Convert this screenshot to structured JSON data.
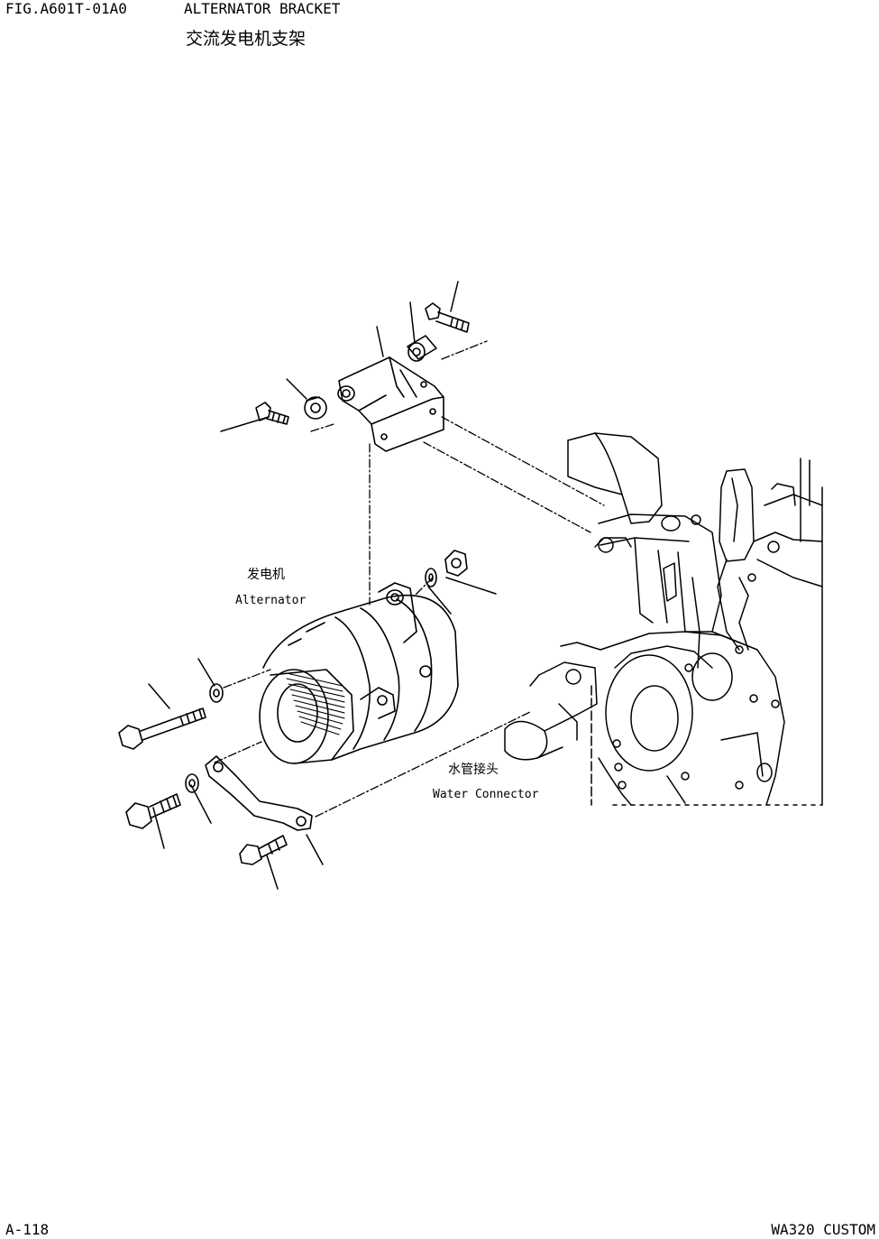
{
  "header": {
    "fig_number": "FIG.A601T-01A0",
    "title_en": "ALTERNATOR BRACKET",
    "title_cn": "交流发电机支架"
  },
  "labels": {
    "alternator_cn": "发电机",
    "alternator_en": "Alternator",
    "water_connector_cn": "水管接头",
    "water_connector_en": "Water Connector"
  },
  "footer": {
    "page_number": "A-118",
    "model": "WA320 CUSTOM"
  }
}
